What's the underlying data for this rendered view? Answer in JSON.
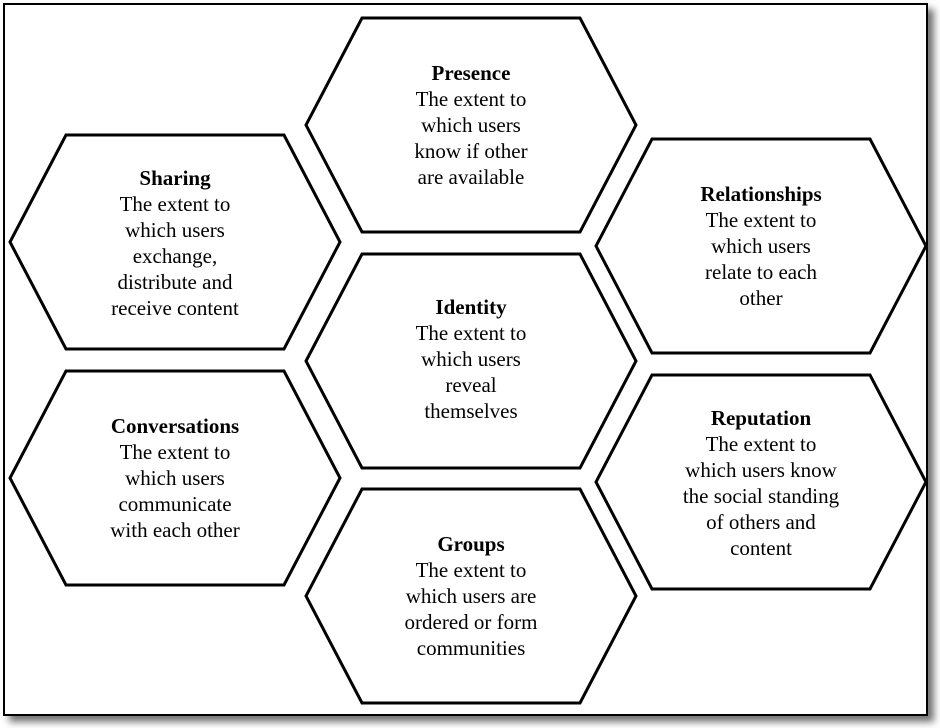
{
  "hexagons": {
    "presence": {
      "title": "Presence",
      "lines": [
        "The extent to",
        "which users",
        "know if other",
        "are available"
      ]
    },
    "sharing": {
      "title": "Sharing",
      "lines": [
        "The extent to",
        "which users",
        "exchange,",
        "distribute and",
        "receive content"
      ]
    },
    "relationships": {
      "title": "Relationships",
      "lines": [
        "The extent to",
        "which users",
        "relate to each",
        "other"
      ]
    },
    "identity": {
      "title": "Identity",
      "lines": [
        "The extent to",
        "which users",
        "reveal",
        "themselves"
      ]
    },
    "conversations": {
      "title": "Conversations",
      "lines": [
        "The extent to",
        "which users",
        "communicate",
        "with each other"
      ]
    },
    "reputation": {
      "title": "Reputation",
      "lines": [
        "The extent to",
        "which users know",
        "the social standing",
        "of others and",
        "content"
      ]
    },
    "groups": {
      "title": "Groups",
      "lines": [
        "The extent to",
        "which users are",
        "ordered or form",
        "communities"
      ]
    }
  }
}
